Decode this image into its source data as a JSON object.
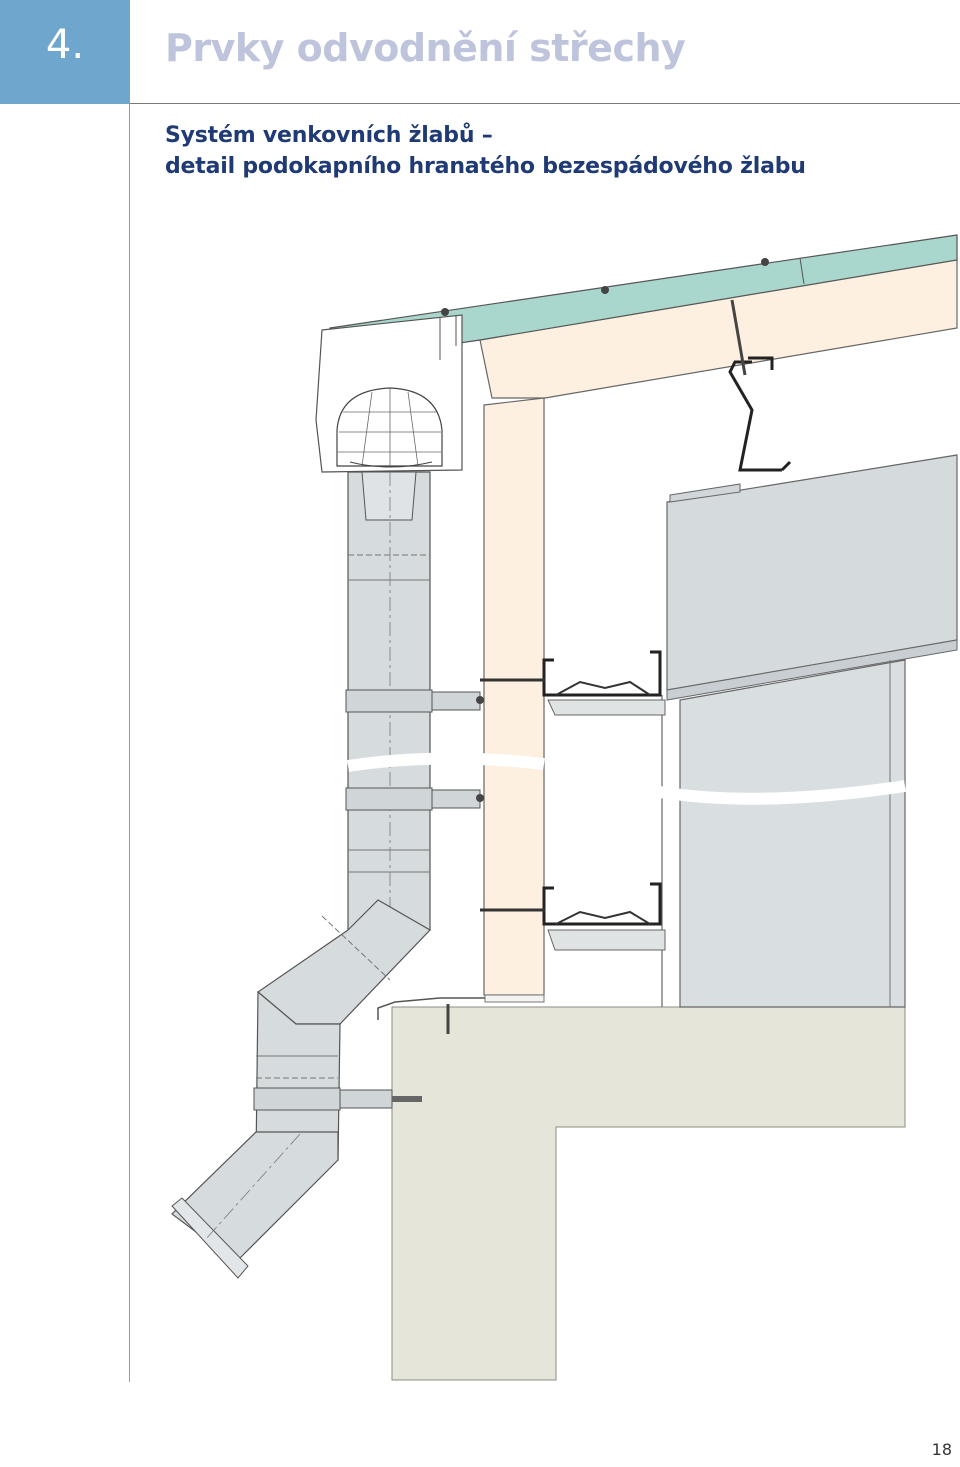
{
  "chapter": {
    "number": "4.",
    "title": "Prvky odvodnění střechy"
  },
  "subtitle": {
    "line1": "Systém venkovních žlabů –",
    "line2": "detail podokapního hranatého bezespádového žlabu"
  },
  "page_number": "18",
  "colors": {
    "accent": "#6fa6cd",
    "title": "#bfc4dd",
    "subtitle": "#1f3a74",
    "roof_membrane": "#a9d7cd",
    "insulation": "#fdf0e0",
    "pipe": "#d6dbde",
    "concrete": "#e6e5da"
  }
}
